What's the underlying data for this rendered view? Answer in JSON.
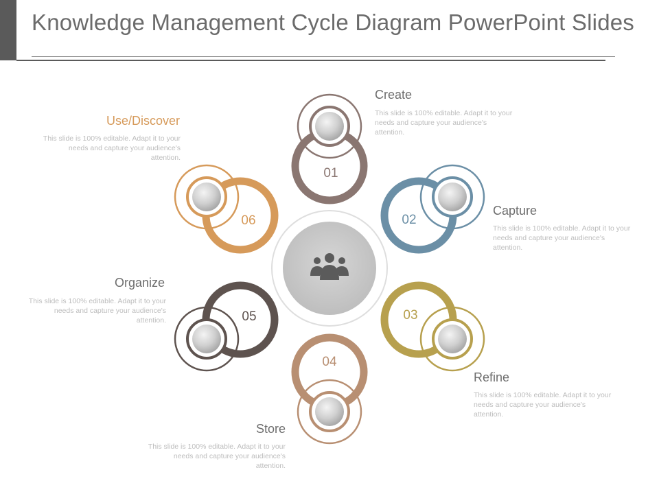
{
  "slide": {
    "title": "Knowledge Management Cycle Diagram PowerPoint Slides"
  },
  "center": {
    "icon": "people-group-icon"
  },
  "steps": [
    {
      "number": "01",
      "title": "Create",
      "description": "This slide is 100% editable. Adapt it to your needs and capture your audience's attention.",
      "color": "#8a7671"
    },
    {
      "number": "02",
      "title": "Capture",
      "description": "This slide is 100% editable. Adapt it to your needs and capture your audience's attention.",
      "color": "#6b8fa6"
    },
    {
      "number": "03",
      "title": "Refine",
      "description": "This slide is 100% editable. Adapt it to your needs and capture your audience's attention.",
      "color": "#b7a04e"
    },
    {
      "number": "04",
      "title": "Store",
      "description": "This slide is 100% editable. Adapt it to your needs and capture your audience's attention.",
      "color": "#b88f72"
    },
    {
      "number": "05",
      "title": "Organize",
      "description": "This slide is 100% editable. Adapt it to your needs and capture your audience's attention.",
      "color": "#5e534f"
    },
    {
      "number": "06",
      "title": "Use/Discover",
      "description": "This slide is 100% editable. Adapt it to your needs and capture your audience's attention.",
      "color": "#d69a5a"
    }
  ]
}
